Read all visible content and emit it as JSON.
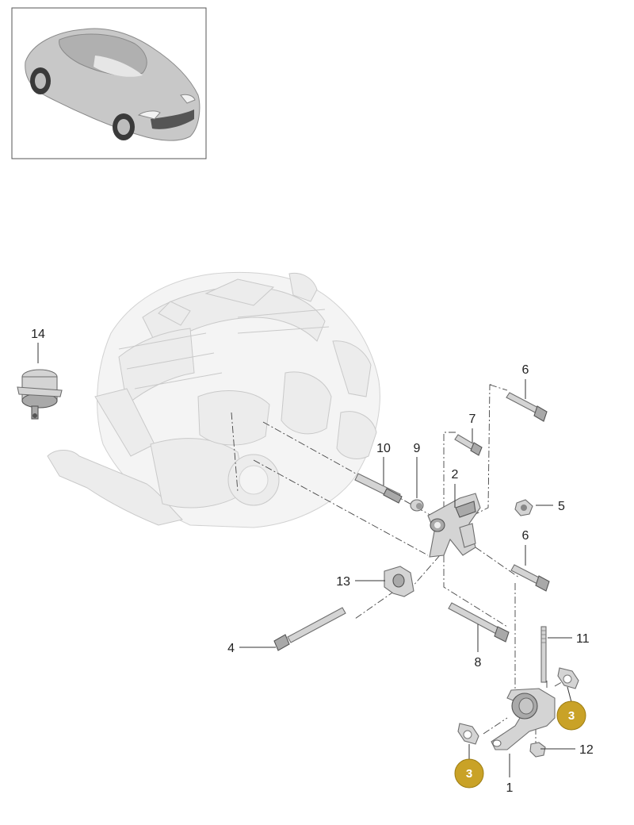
{
  "callouts": [
    {
      "id": "1",
      "label": "1"
    },
    {
      "id": "2",
      "label": "2"
    },
    {
      "id": "4",
      "label": "4"
    },
    {
      "id": "5",
      "label": "5"
    },
    {
      "id": "6a",
      "label": "6"
    },
    {
      "id": "6b",
      "label": "6"
    },
    {
      "id": "7",
      "label": "7"
    },
    {
      "id": "8",
      "label": "8"
    },
    {
      "id": "9",
      "label": "9"
    },
    {
      "id": "10",
      "label": "10"
    },
    {
      "id": "11",
      "label": "11"
    },
    {
      "id": "12",
      "label": "12"
    },
    {
      "id": "13",
      "label": "13"
    },
    {
      "id": "14",
      "label": "14"
    }
  ],
  "badges": [
    {
      "id": "3a",
      "label": "3"
    },
    {
      "id": "3b",
      "label": "3"
    }
  ],
  "colors": {
    "badge_fill": "#c9a227",
    "badge_stroke": "#9c7c12",
    "line": "#333333",
    "ghost": "#ececec",
    "part": "#d4d4d4"
  }
}
